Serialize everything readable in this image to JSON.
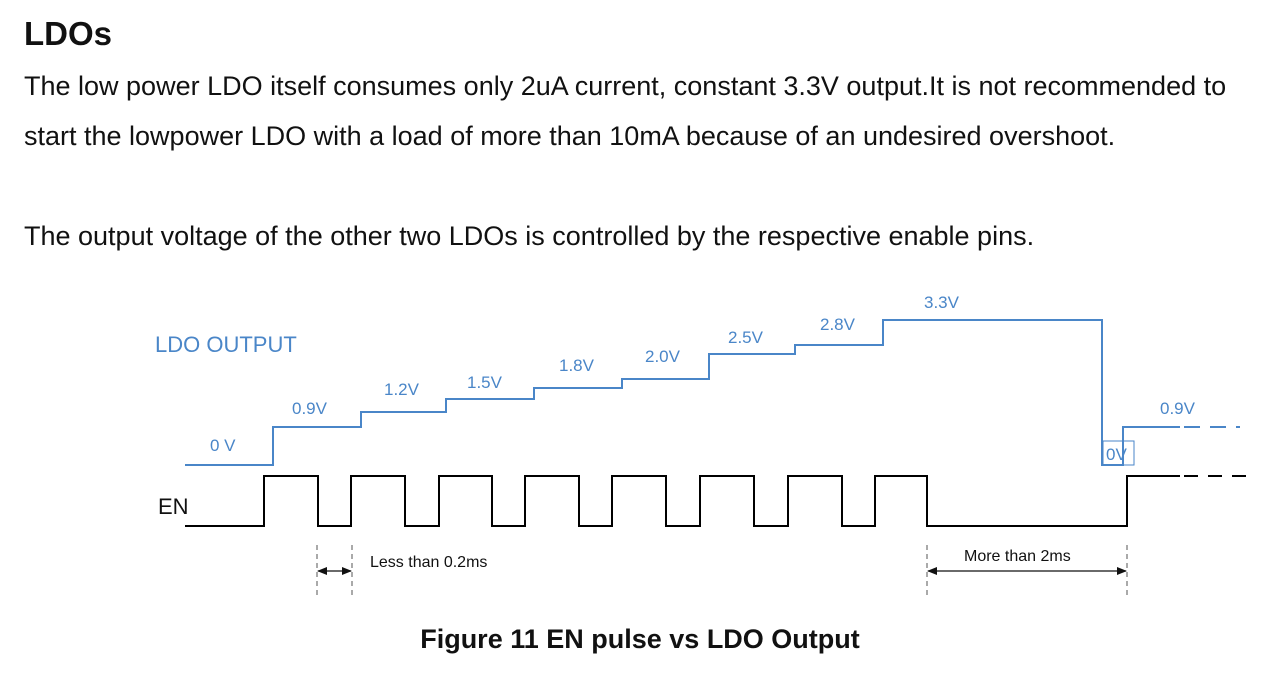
{
  "section": {
    "heading": "LDOs",
    "paragraph_1": "The low power LDO itself consumes only 2uA current, constant 3.3V output.It is not recommended to start the lowpower LDO with a load of more than 10mA because of an undesired overshoot.",
    "paragraph_2": "The output voltage of the other two LDOs is controlled by the respective enable pins."
  },
  "figure": {
    "caption": "Figure 11  EN pulse vs LDO Output",
    "ldo_output_label": "LDO OUTPUT",
    "en_label": "EN",
    "voltage_steps": [
      "0 V",
      "0.9V",
      "1.2V",
      "1.5V",
      "1.8V",
      "2.0V",
      "2.5V",
      "2.8V",
      "3.3V"
    ],
    "reset_voltage": "0V",
    "restart_voltage": "0.9V",
    "pulse_width_note": "Less than 0.2ms",
    "reset_duration_note": "More than 2ms",
    "colors": {
      "ldo_trace": "#4a86c8",
      "en_trace": "#000000",
      "text": "#111111"
    }
  }
}
